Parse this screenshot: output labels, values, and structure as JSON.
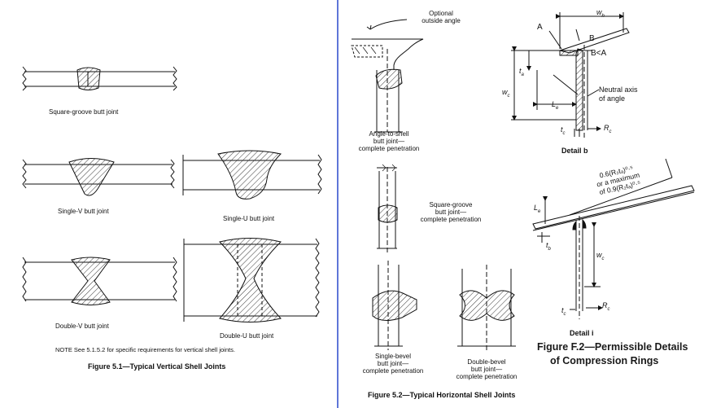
{
  "fig51": {
    "title": "Figure  5.1—Typical Vertical Shell Joints",
    "note": "NOTE   See 5.1.5.2 for specific requirements for vertical shell joints.",
    "joints": {
      "square_groove": "Square-groove butt joint",
      "single_v": "Single-V butt joint",
      "single_u": "Single-U butt joint",
      "double_v": "Double-V butt joint",
      "double_u": "Double-U butt joint"
    }
  },
  "fig52": {
    "title": "Figure  5.2—Typical Horizontal Shell Joints",
    "optional": [
      "Optional",
      "outside angle"
    ],
    "angle_to_shell": [
      "Angle-to-shell",
      "butt joint—",
      "complete penetration"
    ],
    "square_groove": [
      "Square-groove",
      "butt joint—",
      "complete penetration"
    ],
    "single_bevel": [
      "Single-bevel",
      "butt joint—",
      "complete penetration"
    ],
    "double_bevel": [
      "Double-bevel",
      "butt joint—",
      "complete penetration"
    ]
  },
  "figF2": {
    "title_line1": "Figure F.2—Permissible Details",
    "title_line2": "of Compression Rings",
    "detail_b": "Detail b",
    "detail_i": "Detail i",
    "neutral_axis": [
      "Neutral axis",
      "of angle"
    ],
    "formula": [
      "0.6(R₂tₐ)⁰·⁵",
      "or a maximum",
      "of 0.9(R₂tₐ)⁰·⁵"
    ],
    "symbols": {
      "wh": "w",
      "wh_sub": "h",
      "A": "A",
      "B": "B",
      "BltA": "B<A",
      "ta": "t",
      "ta_sub": "a",
      "wc": "w",
      "wc_sub": "c",
      "Le": "L",
      "Le_sub": "e",
      "tc": "t",
      "tc_sub": "c",
      "Rc": "R",
      "Rc_sub": "c",
      "tb": "t",
      "tb_sub": "b"
    }
  }
}
